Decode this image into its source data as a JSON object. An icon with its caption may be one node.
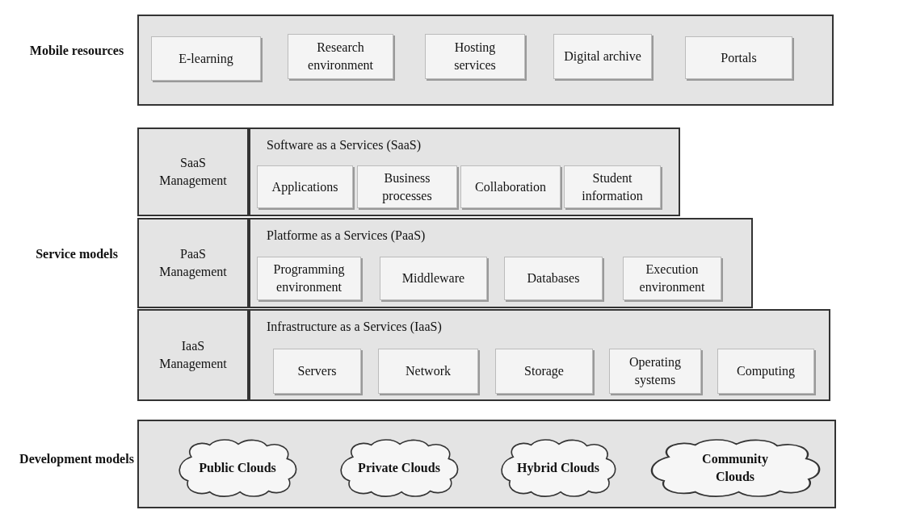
{
  "diagram": {
    "nodes": [
      {
        "text": [],
        "shape": "box"
      },
      {
        "text": [
          "E-learning"
        ],
        "in": 0
      },
      {
        "text": [
          "Research environment"
        ],
        "in": 0
      },
      {
        "text": [
          "Hosting services"
        ],
        "in": 0
      },
      {
        "text": [
          "Digital archive"
        ],
        "in": 0
      },
      {
        "text": [
          "Portals"
        ],
        "in": 0
      },
      {
        "text": [
          "SaaS Management"
        ]
      },
      {
        "text": [
          "Software as a Services (SaaS)"
        ]
      },
      {
        "text": [
          "Applications"
        ],
        "in": 7
      },
      {
        "text": [
          "Business processes"
        ],
        "in": 7
      },
      {
        "text": [
          "Collaboration"
        ],
        "in": 7
      },
      {
        "text": [
          "Student information"
        ],
        "in": 7
      },
      {
        "text": [
          "PaaS Management"
        ]
      },
      {
        "text": [
          "Platforme as a Services (PaaS)"
        ]
      },
      {
        "text": [
          "Programming environment"
        ],
        "in": 13
      },
      {
        "text": [
          "Middleware"
        ],
        "in": 13
      },
      {
        "text": [
          "Databases"
        ],
        "in": 13
      },
      {
        "text": [
          "Execution environment"
        ],
        "in": 13
      },
      {
        "text": [
          "IaaS Management"
        ]
      },
      {
        "text": [
          "Infrastructure as a Services (IaaS)"
        ]
      },
      {
        "text": [
          "Servers"
        ],
        "in": 19
      },
      {
        "text": [
          "Network"
        ],
        "in": 19
      },
      {
        "text": [
          "Storage"
        ],
        "in": 19
      },
      {
        "text": [
          "Operating systems"
        ],
        "in": 19
      },
      {
        "text": [
          "Computing"
        ],
        "in": 19
      },
      {
        "text": [],
        "shape": "box"
      },
      {
        "text": [
          "Public Clouds"
        ],
        "in": 25
      },
      {
        "text": [
          "Private Clouds"
        ],
        "in": 25
      },
      {
        "text": [
          "Hybrid Clouds"
        ],
        "in": 25
      },
      {
        "text": [
          "Community Clouds"
        ],
        "in": 25
      }
    ],
    "labels": [
      "Mobile resources",
      "Service models",
      "Development models"
    ]
  }
}
